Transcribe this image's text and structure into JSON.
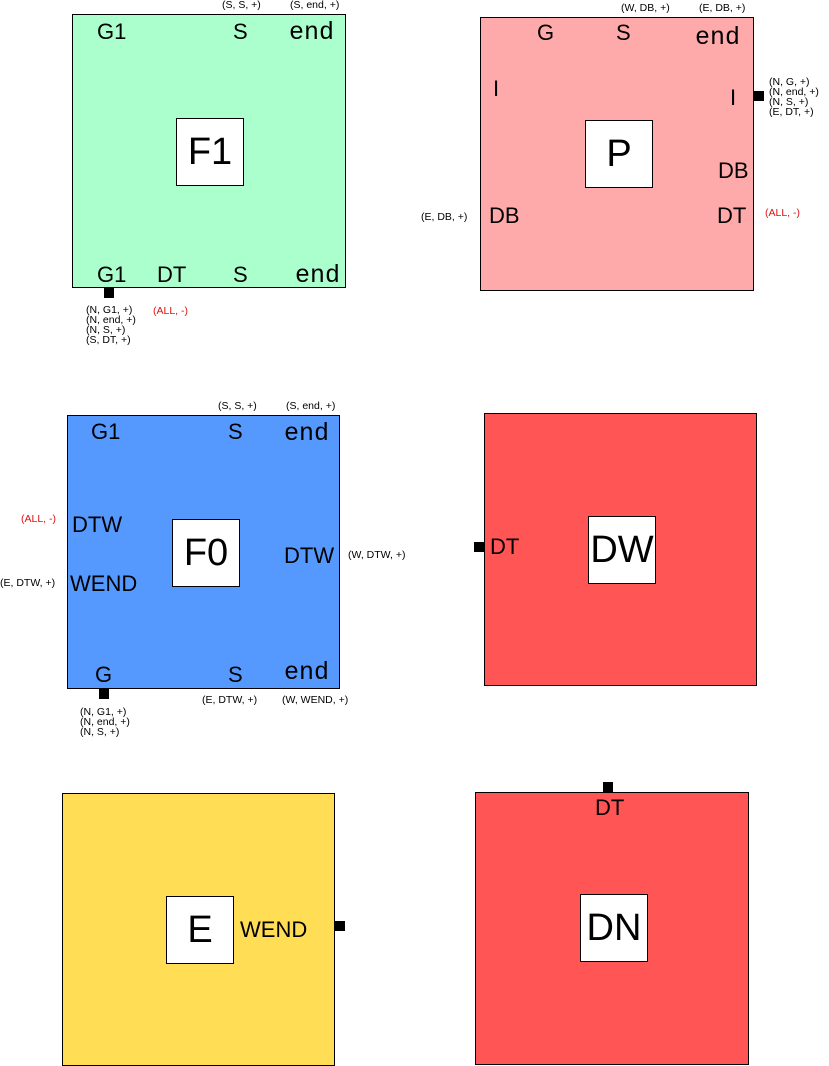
{
  "colors": {
    "F1": "#aaffcc",
    "P": "#ffaaaa",
    "F0": "#5599ff",
    "DW": "#ff5555",
    "E": "#ffdd55",
    "DN": "#ff5555",
    "note_red": "#e01010"
  },
  "tiles": {
    "F1": {
      "name": "F1",
      "labels": {
        "top_g1": "G1",
        "top_s": "S",
        "top_end": "end",
        "bottom_g1": "G1",
        "bottom_dt": "DT",
        "bottom_s": "S",
        "bottom_end": "end"
      },
      "notes": {
        "top_s": "(S, S, +)",
        "top_end": "(S, end, +)",
        "pin_list": "(N, G1, +)\n(N, end, +)\n(N, S, +)\n(S, DT, +)",
        "all": "(ALL, -)"
      }
    },
    "P": {
      "name": "P",
      "labels": {
        "top_g": "G",
        "top_s": "S",
        "top_end": "end",
        "left_i": "I",
        "right_i": "I",
        "right_db": "DB",
        "left_db": "DB",
        "right_dt": "DT"
      },
      "notes": {
        "top_s": "(W, DB, +)",
        "top_end": "(E, DB, +)",
        "pin_list": "(N, G, +)\n(N, end, +)\n(N, S, +)\n(E, DT, +)",
        "left_db": "(E, DB, +)",
        "all": "(ALL, -)"
      }
    },
    "F0": {
      "name": "F0",
      "labels": {
        "top_g1": "G1",
        "top_s": "S",
        "top_end": "end",
        "left_dtw": "DTW",
        "right_dtw": "DTW",
        "left_wend": "WEND",
        "bottom_g": "G",
        "bottom_s": "S",
        "bottom_end": "end"
      },
      "notes": {
        "top_s": "(S, S, +)",
        "top_end": "(S, end, +)",
        "all": "(ALL, -)",
        "right_dtw": "(W, DTW, +)",
        "left_wend": "(E, DTW, +)",
        "bottom_s": "(E, DTW, +)",
        "bottom_end": "(W, WEND, +)",
        "pin_list": "(N, G1, +)\n(N, end, +)\n(N, S, +)"
      }
    },
    "DW": {
      "name": "DW",
      "labels": {
        "left_dt": "DT"
      }
    },
    "E": {
      "name": "E",
      "labels": {
        "right_wend": "WEND"
      }
    },
    "DN": {
      "name": "DN",
      "labels": {
        "top_dt": "DT"
      }
    }
  }
}
